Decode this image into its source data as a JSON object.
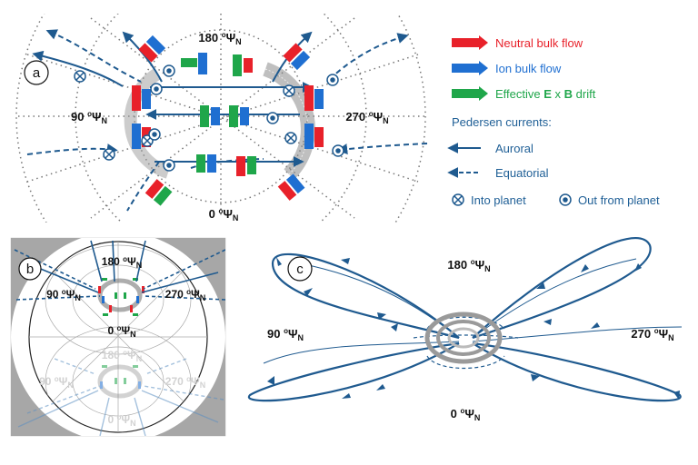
{
  "panels": {
    "a": {
      "letter": "a",
      "labels": {
        "top": {
          "value": "180 ",
          "sup": "o",
          "psi": "Ψ",
          "sub": "N"
        },
        "bottom": {
          "value": "0 ",
          "sup": "o",
          "psi": "Ψ",
          "sub": "N"
        },
        "left": {
          "value": "90 ",
          "sup": "o",
          "psi": "Ψ",
          "sub": "N"
        },
        "right": {
          "value": "270 ",
          "sup": "o",
          "psi": "Ψ",
          "sub": "N"
        }
      }
    },
    "b": {
      "letter": "b",
      "labels": {
        "top": {
          "value": "180 ",
          "sup": "o",
          "psi": "Ψ",
          "sub": "N"
        },
        "bottom": {
          "value": "0 ",
          "sup": "o",
          "psi": "Ψ",
          "sub": "N"
        },
        "left": {
          "value": "90 ",
          "sup": "o",
          "psi": "Ψ",
          "sub": "N"
        },
        "right": {
          "value": "270 ",
          "sup": "o",
          "psi": "Ψ",
          "sub": "N"
        },
        "ghost_top": {
          "value": "180 ",
          "sup": "o",
          "psi": "Ψ",
          "sub": "N"
        },
        "ghost_bottom": {
          "value": "0 ",
          "sup": "o",
          "psi": "Ψ",
          "sub": "N"
        },
        "ghost_left": {
          "value": "90 ",
          "sup": "o",
          "psi": "Ψ",
          "sub": "N"
        },
        "ghost_right": {
          "value": "270 ",
          "sup": "o",
          "psi": "Ψ",
          "sub": "N"
        }
      }
    },
    "c": {
      "letter": "c",
      "labels": {
        "top": {
          "value": "180 ",
          "sup": "o",
          "psi": "Ψ",
          "sub": "N"
        },
        "bottom": {
          "value": "0 ",
          "sup": "o",
          "psi": "Ψ",
          "sub": "N"
        },
        "left": {
          "value": "90 ",
          "sup": "o",
          "psi": "Ψ",
          "sub": "N"
        },
        "right": {
          "value": "270 ",
          "sup": "o",
          "psi": "Ψ",
          "sub": "N"
        }
      }
    }
  },
  "legend": {
    "neutral_flow": {
      "label": "Neutral bulk flow",
      "color": "#e8212a"
    },
    "ion_flow": {
      "label": "Ion bulk flow",
      "color": "#1f6fd1"
    },
    "exb_drift": {
      "label_prefix": "Effective ",
      "E": "E",
      "times": " x ",
      "B": "B",
      "label_suffix": " drift",
      "color": "#1fa64a"
    },
    "pedersen_title": "Pedersen currents:",
    "auroral": "Auroral",
    "equatorial": "Equatorial",
    "into_planet": "Into planet",
    "out_from_planet": "Out from planet",
    "text_color": "#1f5f96",
    "line_color": "#1f5a8f"
  }
}
